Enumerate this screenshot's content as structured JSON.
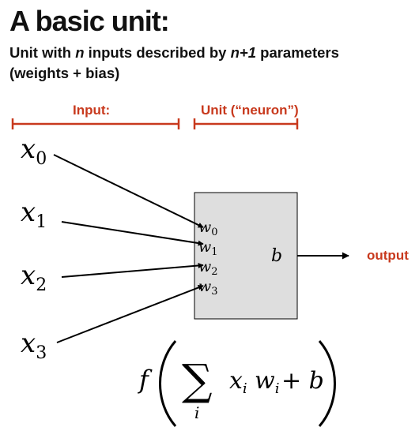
{
  "title": "A basic unit:",
  "subtitle": {
    "line1_pre": "Unit with ",
    "line1_n": "n",
    "line1_mid": " inputs described by ",
    "line1_n1": "n+1",
    "line1_post": " parameters",
    "line2": "(weights + bias)"
  },
  "labels": {
    "input": "Input:",
    "unit": "Unit (“neuron”)",
    "output": "output"
  },
  "inputs": [
    {
      "base": "x",
      "sub": "0"
    },
    {
      "base": "x",
      "sub": "1"
    },
    {
      "base": "x",
      "sub": "2"
    },
    {
      "base": "x",
      "sub": "3"
    }
  ],
  "weights": [
    {
      "base": "w",
      "sub": "0"
    },
    {
      "base": "w",
      "sub": "1"
    },
    {
      "base": "w",
      "sub": "2"
    },
    {
      "base": "w",
      "sub": "3"
    }
  ],
  "bias": "b",
  "formula": {
    "f": "f",
    "sum": "∑",
    "index": "i",
    "term": "x",
    "term_sub": "i",
    "w": "w",
    "w_sub": "i",
    "plus_b": "+ b"
  },
  "colors": {
    "accent": "#c8391d",
    "unit_fill": "#dedede",
    "stroke": "#000000"
  }
}
